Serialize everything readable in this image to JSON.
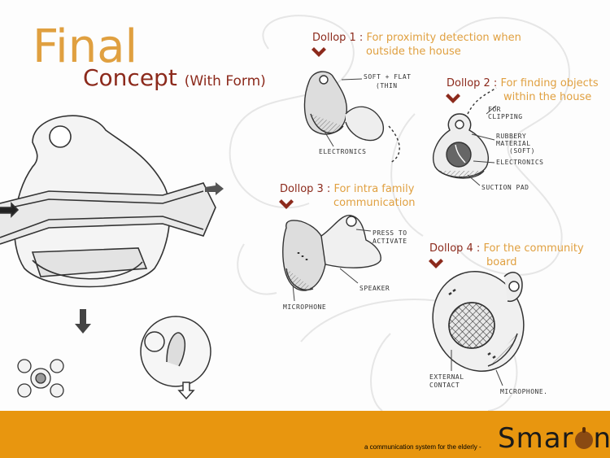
{
  "title": {
    "line1": "Final",
    "line2": "Concept",
    "line2_sub": "(With Form)"
  },
  "dollops": [
    {
      "name": "Dollop 1 :",
      "desc_line1": "For proximity detection when",
      "desc_line2": "outside the house"
    },
    {
      "name": "Dollop 2 :",
      "desc_line1": "For finding objects",
      "desc_line2": "within the house"
    },
    {
      "name": "Dollop 3 :",
      "desc_line1": "For intra family",
      "desc_line2": "communication"
    },
    {
      "name": "Dollop 4 :",
      "desc_line1": "For the community",
      "desc_line2": "board"
    }
  ],
  "notes": {
    "soft_flat": "Soft + flat",
    "thin": "(thin",
    "electronics_1": "Electronics",
    "for_clipping": "For clipping",
    "rubbery_material": "Rubbery material",
    "soft": "(soft)",
    "electronics_2": "Electronics",
    "suction_pad": "Suction pad",
    "press_to_activate": "Press to activate",
    "speaker": "Speaker",
    "microphone_1": "Microphone",
    "external_contact": "External contact",
    "microphone_2": "Microphone."
  },
  "footer": {
    "tagline": "a communication system for the elderly -",
    "brand_prefix": "Smar",
    "brand_suffix": "n"
  },
  "colors": {
    "orange": "#e0a040",
    "maroon": "#8c2a1c",
    "footer": "#e8960f"
  }
}
